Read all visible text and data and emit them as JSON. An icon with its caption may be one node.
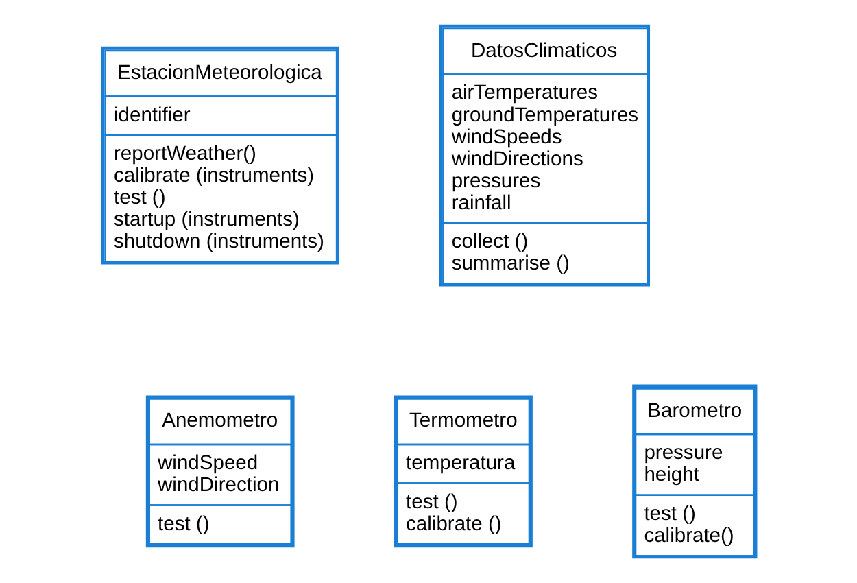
{
  "diagram": {
    "nodes": [
      {
        "text": [
          "EstacionMeteorologica",
          "identifier",
          "reportWeather()",
          "calibrate (instruments)",
          "test ()",
          "startup (instruments)",
          "shutdown (instruments)"
        ]
      },
      {
        "text": [
          "DatosClimaticos",
          "airTemperatures",
          "groundTemperatures",
          "windSpeeds",
          "windDirections",
          "pressures",
          "rainfall",
          "collect ()",
          "summarise ()"
        ]
      },
      {
        "text": [
          "Termometro",
          "temperatura",
          "test ()",
          "calibrate ()"
        ]
      },
      {
        "text": [
          "Anemometro",
          "windSpeed",
          "windDirection",
          "test ()"
        ]
      },
      {
        "text": [
          "Barometro",
          "pressure",
          "height",
          "test ()",
          "calibrate()"
        ]
      }
    ],
    "edges": []
  }
}
